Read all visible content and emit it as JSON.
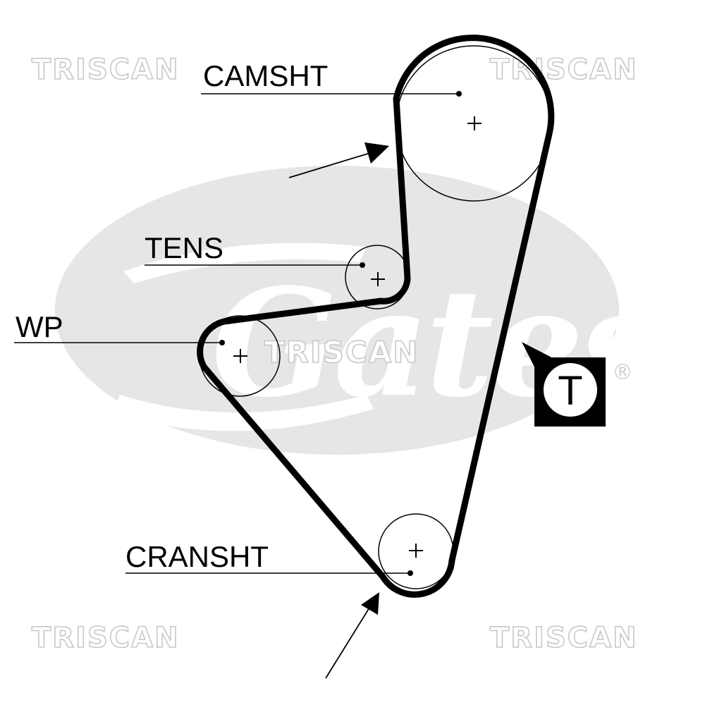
{
  "watermarks": {
    "top_left": "TRISCAN",
    "top_right": "TRISCAN",
    "center": "TRISCAN",
    "bottom_left": "TRISCAN",
    "bottom_right": "TRISCAN"
  },
  "brand_logo": {
    "text": "Gates",
    "registered_mark": "®",
    "color": "#e6e6e6"
  },
  "labels": {
    "camshaft": "CAMSHT",
    "tensioner": "TENS",
    "water_pump": "WP",
    "crankshaft": "CRANSHT"
  },
  "badge": {
    "text": "T"
  },
  "colors": {
    "belt": "#000000",
    "watermark": "#c8c8c8",
    "logo": "#e6e6e6"
  }
}
